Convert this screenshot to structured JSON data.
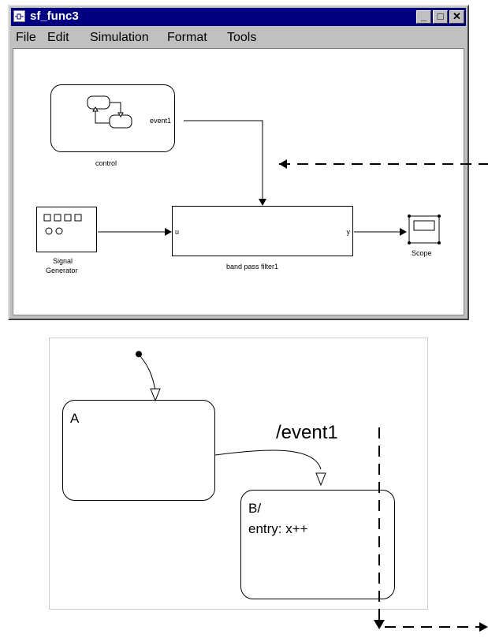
{
  "window": {
    "title": "sf_func3",
    "controls": {
      "minimize": "_",
      "maximize": "□",
      "close": "✕"
    }
  },
  "menu": {
    "items": [
      "File",
      "Edit",
      "Simulation",
      "Format",
      "Tools"
    ]
  },
  "model": {
    "control": {
      "label": "control",
      "output_port": "event1"
    },
    "signal_generator": {
      "label_line1": "Signal",
      "label_line2": "Generator"
    },
    "filter": {
      "label": "band pass filter1",
      "input_port": "u",
      "output_port": "y"
    },
    "scope": {
      "label": "Scope"
    }
  },
  "chart": {
    "state_a": {
      "name": "A"
    },
    "state_b": {
      "name": "B/",
      "action": "entry: x++"
    },
    "transition": {
      "label": "/event1"
    }
  },
  "colors": {
    "titlebar": "#000080",
    "window_face": "#c0c0c0",
    "canvas": "#ffffff"
  }
}
